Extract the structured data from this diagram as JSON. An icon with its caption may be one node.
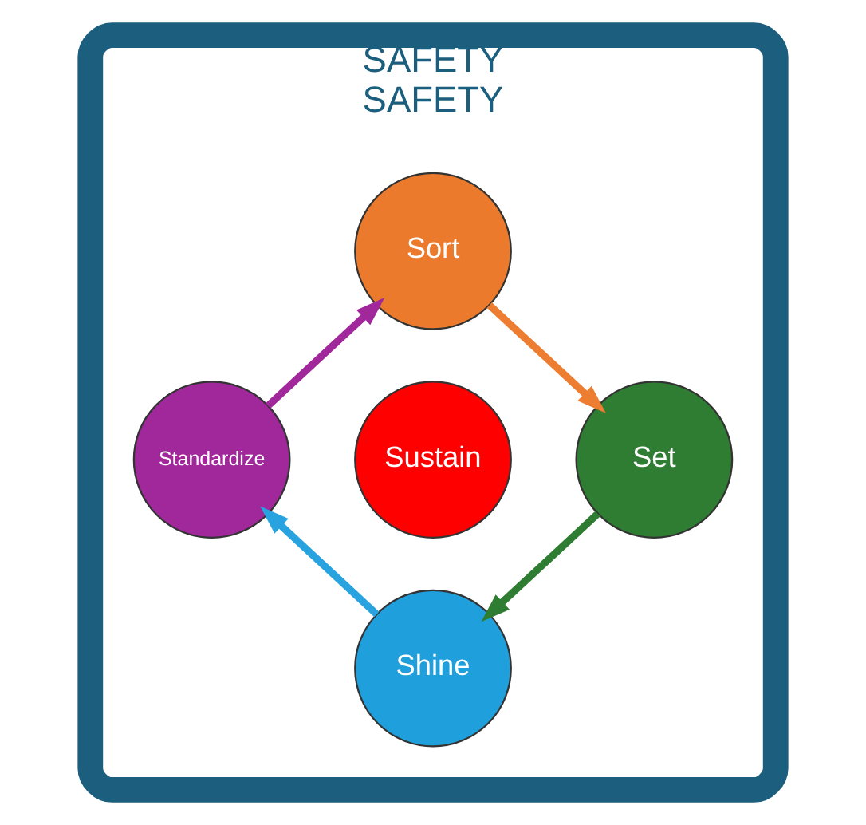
{
  "diagram": {
    "nodes": [
      {
        "text": [
          "SAFETY",
          "SAFETY"
        ]
      },
      {
        "text": [
          "Sort"
        ],
        "in": 0
      },
      {
        "text": [
          "Standardize"
        ],
        "in": 0
      },
      {
        "text": [
          "Sustain"
        ],
        "in": 0
      },
      {
        "text": [
          "Set"
        ],
        "in": 0
      },
      {
        "text": [
          "Shine"
        ],
        "in": 0
      }
    ],
    "edges": [
      {
        "from": 1,
        "to": 4,
        "arrow": "to",
        "color": "#ed7d31"
      },
      {
        "from": 4,
        "to": 5,
        "arrow": "to",
        "color": "#2e7d32"
      },
      {
        "from": 5,
        "to": 2,
        "arrow": "to",
        "color": "#29a3e0"
      },
      {
        "from": 2,
        "to": 1,
        "arrow": "to",
        "color": "#a0289a"
      }
    ]
  }
}
